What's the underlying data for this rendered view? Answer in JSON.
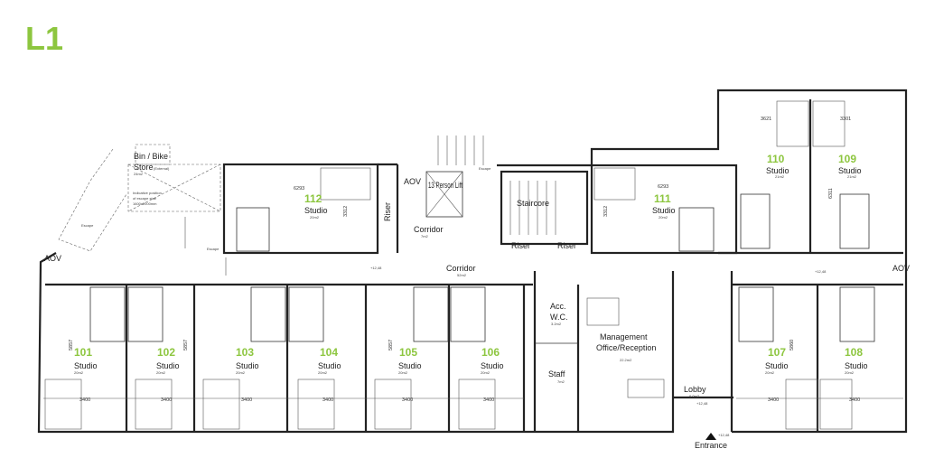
{
  "title": "L1",
  "accent_color": "#8dc63f",
  "rooms": {
    "r101": {
      "number": "101",
      "type": "Studio",
      "area": "20m2"
    },
    "r102": {
      "number": "102",
      "type": "Studio",
      "area": "20m2"
    },
    "r103": {
      "number": "103",
      "type": "Studio",
      "area": "20m2"
    },
    "r104": {
      "number": "104",
      "type": "Studio",
      "area": "20m2"
    },
    "r105": {
      "number": "105",
      "type": "Studio",
      "area": "20m2"
    },
    "r106": {
      "number": "106",
      "type": "Studio",
      "area": "20m2"
    },
    "r107": {
      "number": "107",
      "type": "Studio",
      "area": "20m2"
    },
    "r108": {
      "number": "108",
      "type": "Studio",
      "area": "20m2"
    },
    "r109": {
      "number": "109",
      "type": "Studio",
      "area": "21m2"
    },
    "r110": {
      "number": "110",
      "type": "Studio",
      "area": "21m2"
    },
    "r111": {
      "number": "111",
      "type": "Studio",
      "area": "20m2"
    },
    "r112": {
      "number": "112",
      "type": "Studio",
      "area": "20m2"
    }
  },
  "spaces": {
    "corridor_main": {
      "name": "Corridor",
      "area": "52m2"
    },
    "corridor_small": {
      "name": "Corridor",
      "area": "7m2"
    },
    "lift": "13 Person Lift",
    "staircore": "Staircore",
    "riser": "Riser",
    "aov": "AOV",
    "acc_wc": {
      "name1": "Acc.",
      "name2": "W.C.",
      "area": "3.2m2"
    },
    "staff": {
      "name": "Staff",
      "area": "7m2"
    },
    "office": {
      "name1": "Management",
      "name2": "Office/Reception",
      "area": "22.2m2"
    },
    "lobby": {
      "name": "Lobby",
      "area": "6.0m2"
    },
    "entrance": "Entrance",
    "bin_store": {
      "name1": "Bin / Bike",
      "name2": "Store",
      "note": "(External)",
      "area": "24m2"
    },
    "escape_stair_note1": "Indicative position",
    "escape_stair_note2": "of escape stair",
    "escape_stair_note3": "1600x2000mm",
    "escape": "Escape",
    "level": "+12,48"
  },
  "dimensions": {
    "width_bottom": "3400",
    "depth_bottom": "5857",
    "depth_107": "5860",
    "depth_upper": "3312",
    "width_upper": "6293",
    "w110": "3621",
    "w109": "3301",
    "d109": "6311"
  }
}
